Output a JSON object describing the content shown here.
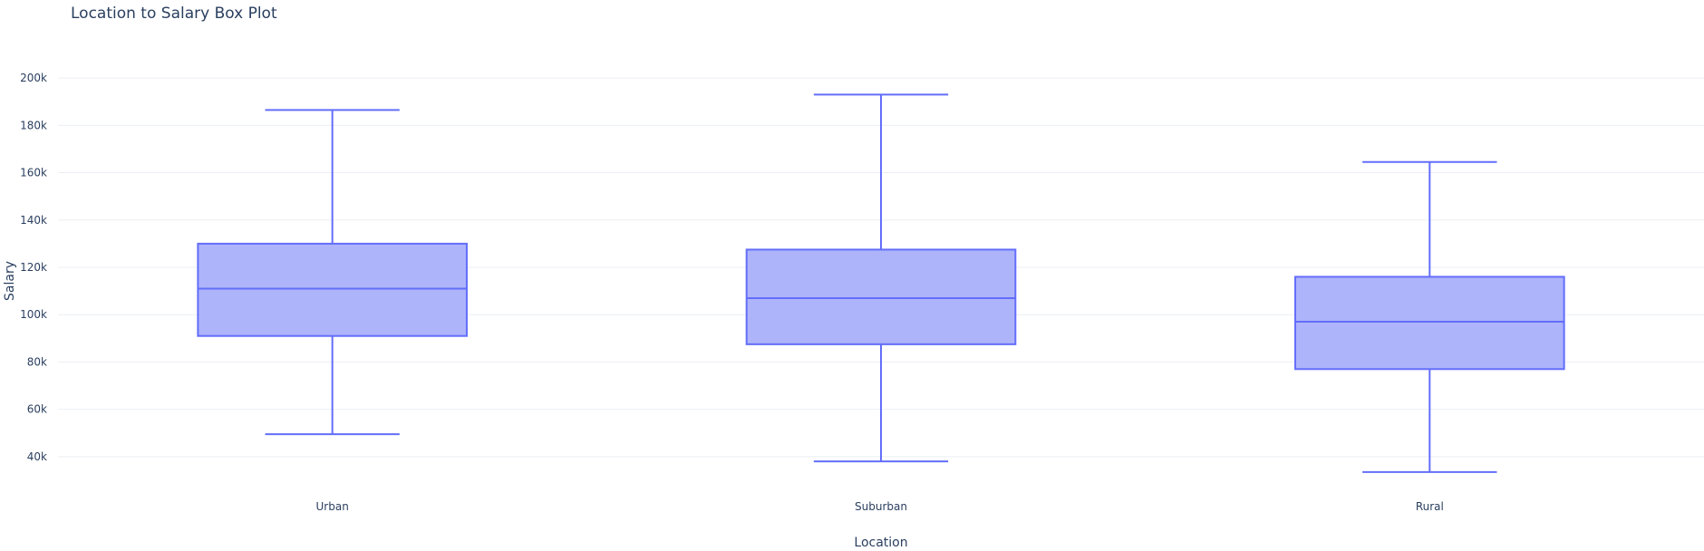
{
  "chart_data": {
    "type": "box",
    "title": "Location to Salary Box Plot",
    "xlabel": "Location",
    "ylabel": "Salary",
    "ylim": [
      30000,
      210000
    ],
    "yticks": [
      40000,
      60000,
      80000,
      100000,
      120000,
      140000,
      160000,
      180000,
      200000
    ],
    "ytick_labels": [
      "40k",
      "60k",
      "80k",
      "100k",
      "120k",
      "140k",
      "160k",
      "180k",
      "200k"
    ],
    "grid": true,
    "legend": "none",
    "colors": {
      "line": "#636efa",
      "fill": "#aeb4fa",
      "grid": "#ebeff4",
      "text": "#2a3f5f"
    },
    "categories": [
      "Urban",
      "Suburban",
      "Rural"
    ],
    "boxes": [
      {
        "category": "Urban",
        "min": 49500,
        "q1": 91000,
        "median": 111000,
        "q3": 130000,
        "max": 186500
      },
      {
        "category": "Suburban",
        "min": 38000,
        "q1": 87500,
        "median": 107000,
        "q3": 127500,
        "max": 193000
      },
      {
        "category": "Rural",
        "min": 33500,
        "q1": 77000,
        "median": 97000,
        "q3": 116000,
        "max": 164500
      }
    ]
  }
}
